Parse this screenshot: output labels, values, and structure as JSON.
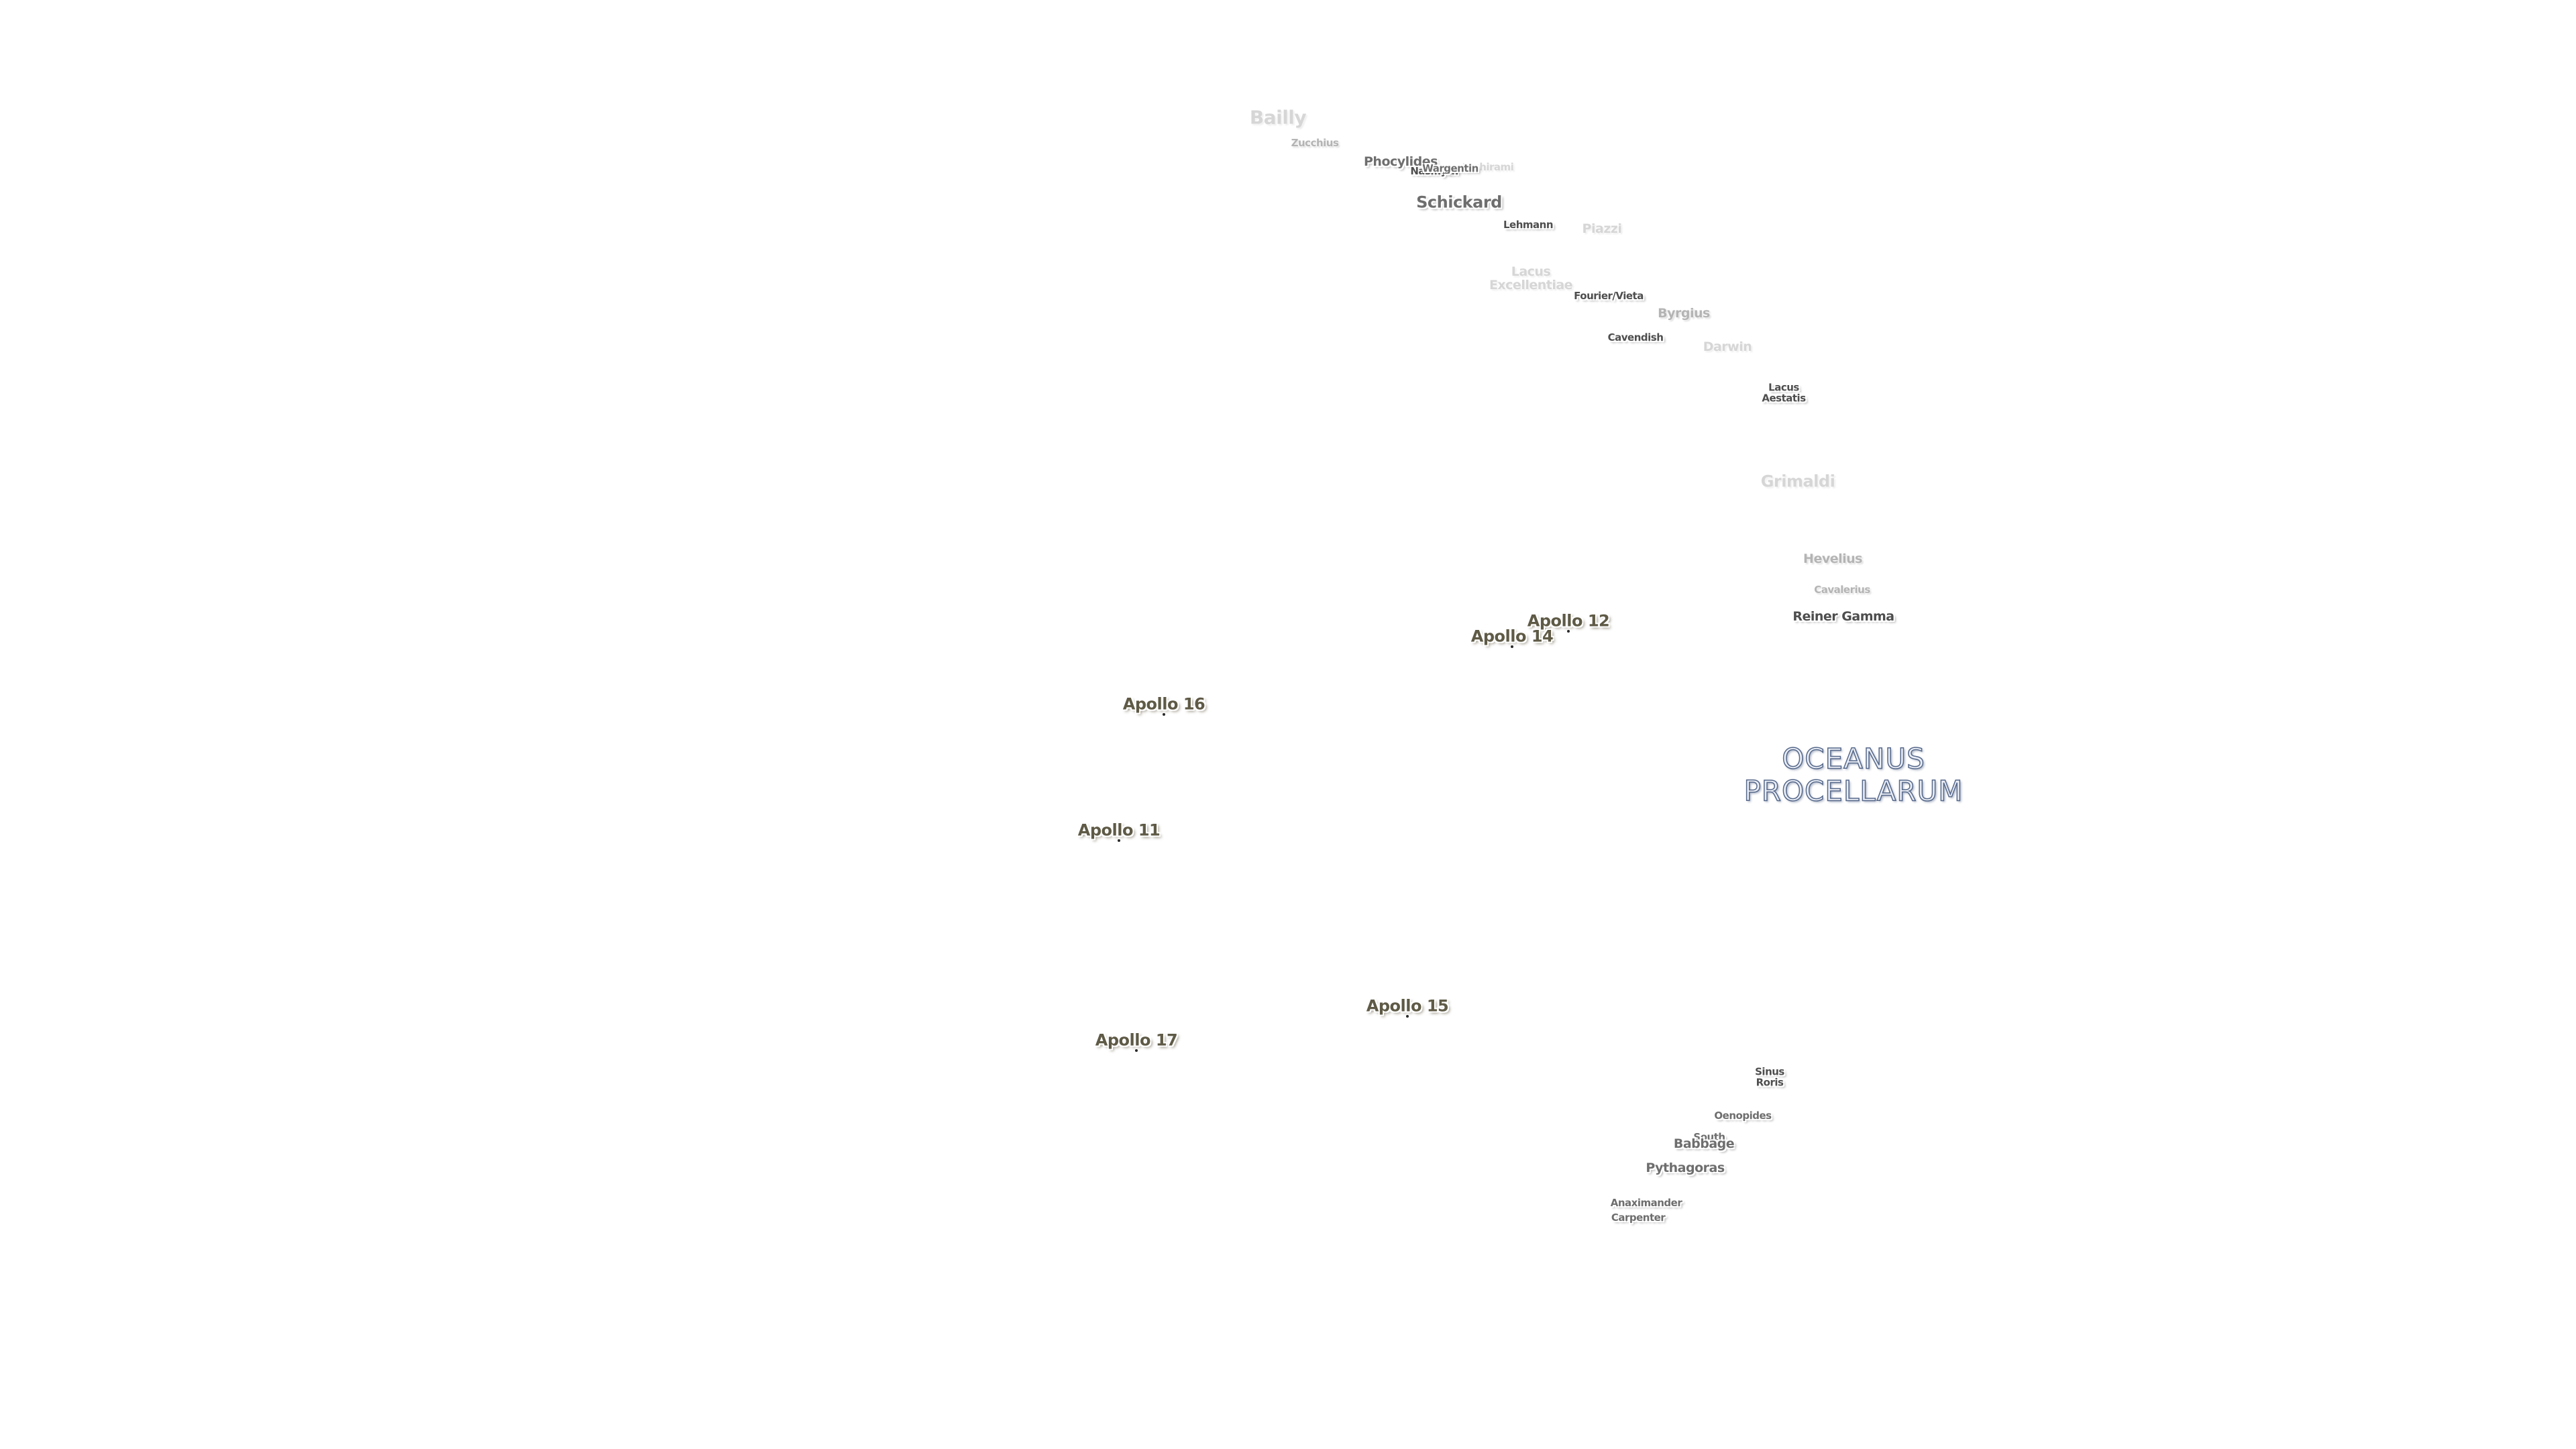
{
  "map": {
    "mare": {
      "line1": "OCEANUS",
      "line2": "PROCELLARUM"
    },
    "features": {
      "bailly": "Bailly",
      "zucchius": "Zucchius",
      "phocylides": "Phocylides",
      "nasmyth": "Nasmyth",
      "inghirami": "Inghirami",
      "wargentin": "Wargentin",
      "schickard": "Schickard",
      "lehmann": "Lehmann",
      "piazzi": "Piazzi",
      "lacus_excellentiae_1": "Lacus",
      "lacus_excellentiae_2": "Excellentiae",
      "fourier_vieta": "Fourier/Vieta",
      "byrgius": "Byrgius",
      "cavendish": "Cavendish",
      "darwin": "Darwin",
      "lacus_aestatis_1": "Lacus",
      "lacus_aestatis_2": "Aestatis",
      "grimaldi": "Grimaldi",
      "hevelius": "Hevelius",
      "cavalerius": "Cavalerius",
      "reiner_gamma": "Reiner Gamma",
      "sinus_roris_1": "Sinus",
      "sinus_roris_2": "Roris",
      "oenopides": "Oenopides",
      "south": "South",
      "babbage": "Babbage",
      "pythagoras": "Pythagoras",
      "anaximander": "Anaximander",
      "carpenter": "Carpenter"
    },
    "apollo": {
      "a12": "Apollo 12",
      "a14": "Apollo 14",
      "a16": "Apollo 16",
      "a11": "Apollo 11",
      "a15": "Apollo 15",
      "a17": "Apollo 17"
    }
  }
}
